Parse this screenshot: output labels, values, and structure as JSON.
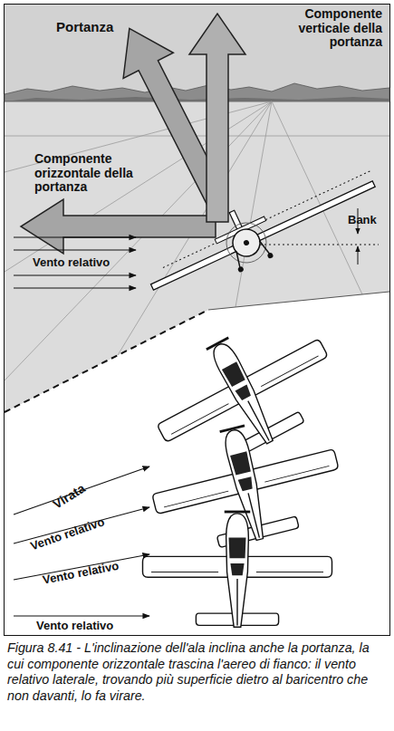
{
  "diagram": {
    "caption": "Figura 8.41 - L'inclinazione dell'ala inclina anche la portanza, la cui componente orizzontale trascina l'aereo di fianco: il vento relativo laterale, trovando più superficie dietro al baricentro che non davanti, lo fa virare.",
    "labels": [
      "Portanza",
      "Componente verticale della portanza",
      "Componente orizzontale della portanza",
      "Vento relativo",
      "Bank",
      "Virata",
      "Vento relativo",
      "Vento relativo",
      "Vento relativo"
    ]
  }
}
